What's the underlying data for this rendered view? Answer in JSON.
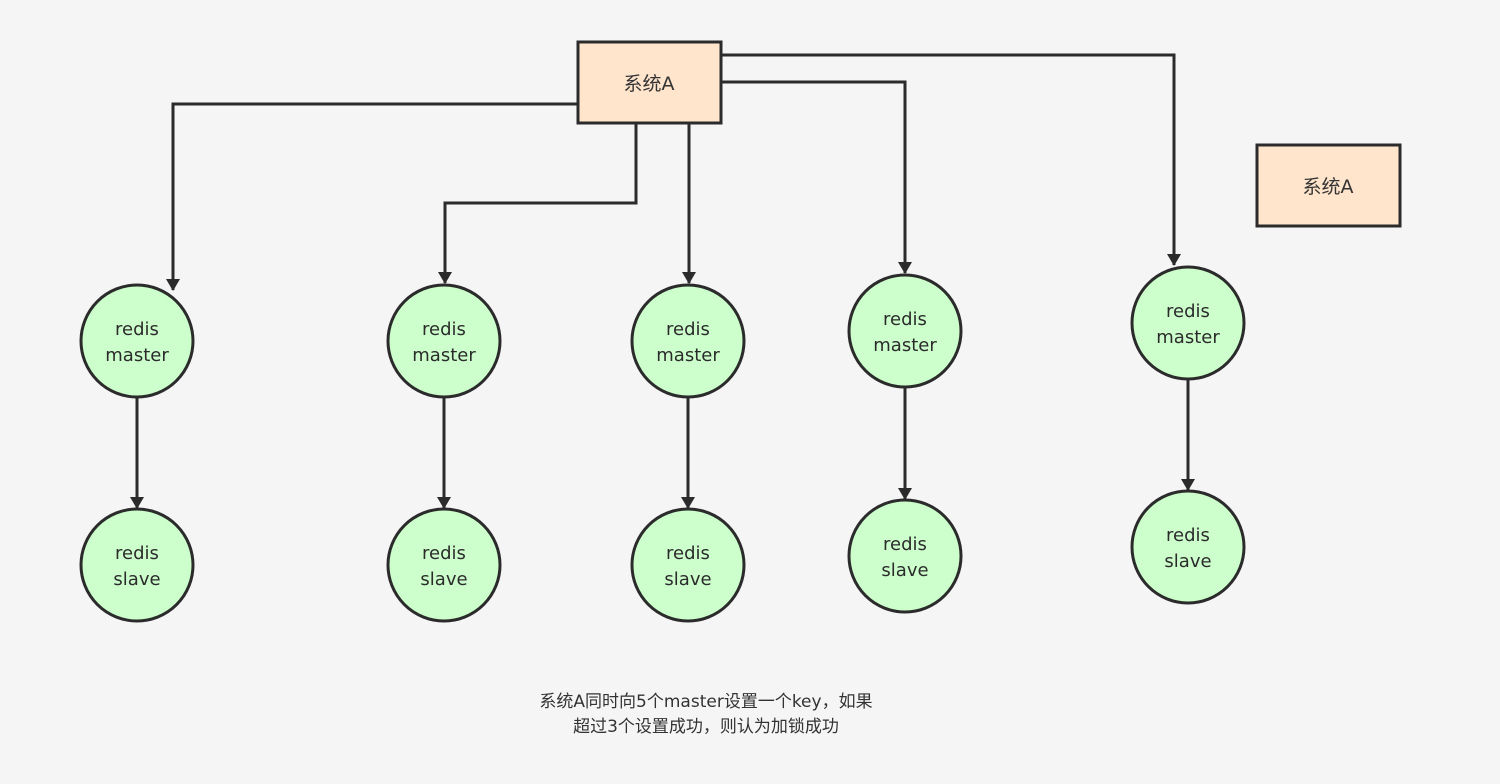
{
  "colors": {
    "background": "#f5f5f5",
    "box_fill": "#ffe5cc",
    "node_fill": "#ccffcc",
    "stroke": "#2b2b2b"
  },
  "main_box": {
    "label": "系统A"
  },
  "side_box": {
    "label": "系统A"
  },
  "clusters": [
    {
      "master": [
        "redis",
        "master"
      ],
      "slave": [
        "redis",
        "slave"
      ]
    },
    {
      "master": [
        "redis",
        "master"
      ],
      "slave": [
        "redis",
        "slave"
      ]
    },
    {
      "master": [
        "redis",
        "master"
      ],
      "slave": [
        "redis",
        "slave"
      ]
    },
    {
      "master": [
        "redis",
        "master"
      ],
      "slave": [
        "redis",
        "slave"
      ]
    },
    {
      "master": [
        "redis",
        "master"
      ],
      "slave": [
        "redis",
        "slave"
      ]
    }
  ],
  "caption": {
    "line1": "系统A同时向5个master设置一个key，如果",
    "line2": "超过3个设置成功，则认为加锁成功"
  }
}
